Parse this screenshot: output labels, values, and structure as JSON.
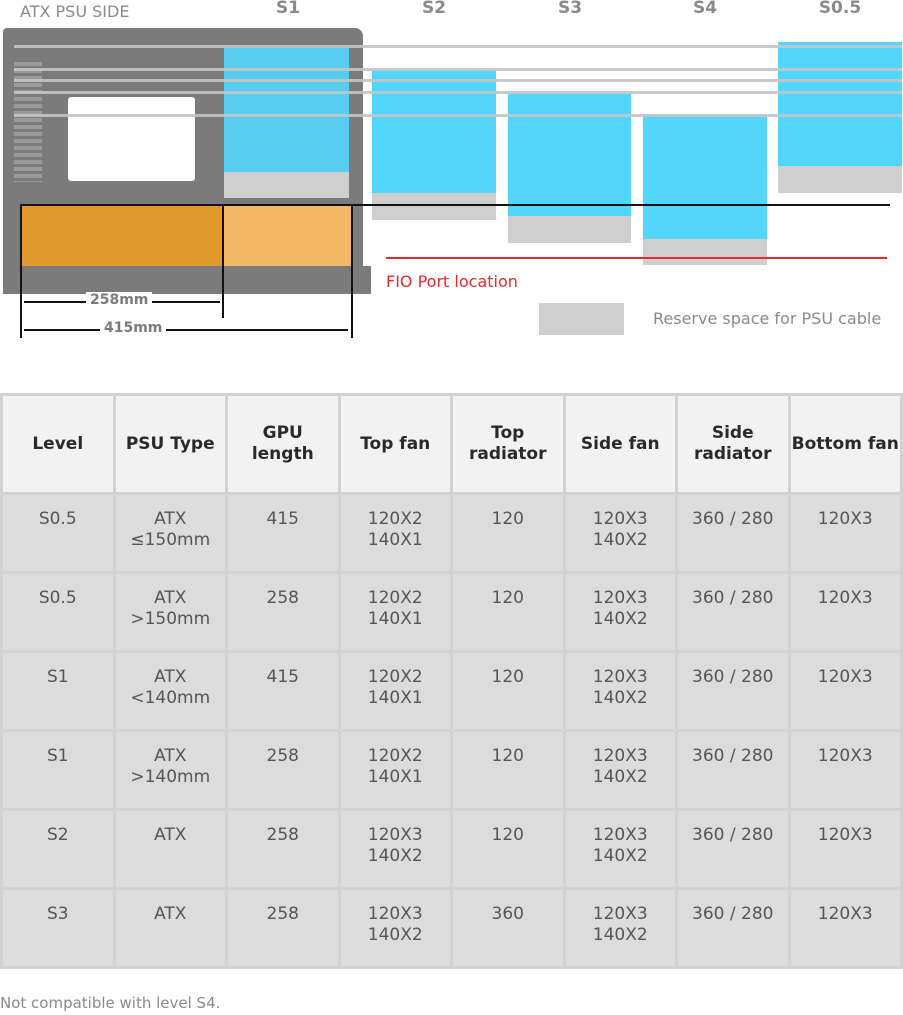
{
  "diagram": {
    "side_label": "ATX PSU SIDE",
    "levels": [
      "S1",
      "S2",
      "S3",
      "S4",
      "S0.5"
    ],
    "dim_short": "258mm",
    "dim_long": "415mm",
    "fio_label": "FIO Port location",
    "legend_label": "Reserve space for PSU cable",
    "colors": {
      "radiator": "#52d6fb",
      "reserve": "#cfcfcf",
      "psu": "#e09a2b",
      "fio": "#e8282d"
    }
  },
  "table": {
    "headers": [
      "Level",
      "PSU Type",
      "GPU length",
      "Top fan",
      "Top radiator",
      "Side fan",
      "Side radiator",
      "Bottom fan"
    ],
    "rows": [
      [
        "S0.5",
        "ATX\n≤150mm",
        "415",
        "120X2\n140X1",
        "120",
        "120X3\n140X2",
        "360 / 280",
        "120X3"
      ],
      [
        "S0.5",
        "ATX\n>150mm",
        "258",
        "120X2\n140X1",
        "120",
        "120X3\n140X2",
        "360 / 280",
        "120X3"
      ],
      [
        "S1",
        "ATX\n<140mm",
        "415",
        "120X2\n140X1",
        "120",
        "120X3\n140X2",
        "360 / 280",
        "120X3"
      ],
      [
        "S1",
        "ATX\n>140mm",
        "258",
        "120X2\n140X1",
        "120",
        "120X3\n140X2",
        "360 / 280",
        "120X3"
      ],
      [
        "S2",
        "ATX",
        "258",
        "120X3\n140X2",
        "120",
        "120X3\n140X2",
        "360 / 280",
        "120X3"
      ],
      [
        "S3",
        "ATX",
        "258",
        "120X3\n140X2",
        "360",
        "120X3\n140X2",
        "360 / 280",
        "120X3"
      ]
    ]
  },
  "footnote": "Not compatible with level S4."
}
